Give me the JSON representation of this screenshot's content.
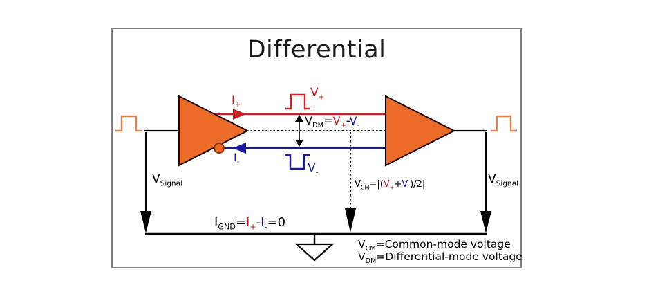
{
  "title": "Differential",
  "colors": {
    "red": "#c92127",
    "blue": "#1a1a9e",
    "triangle_orange": "#ec6b28",
    "triangle_outline": "#1a0000",
    "bubble_outline": "#8b2e00",
    "pulse_orange": "#df8050",
    "black": "#000000",
    "panel_border_gray": "#808080"
  },
  "labels": {
    "i_plus": {
      "base": "I",
      "sub": "+"
    },
    "i_minus": {
      "base": "I",
      "sub": "-"
    },
    "v_plus": {
      "base": "V",
      "sub": "+"
    },
    "v_minus": {
      "base": "V",
      "sub": "-"
    },
    "v_signal_left": {
      "base": "V",
      "sub": "Signal"
    },
    "v_signal_right": {
      "base": "V",
      "sub": "Signal"
    }
  },
  "formulas": {
    "vdm": {
      "lhs": "V",
      "lhs_sub": "DM",
      "eq": "=",
      "vplus": "V",
      "vplus_sub": "+",
      "minus": "-",
      "vminus": "V",
      "vminus_sub": "-"
    },
    "vcm": {
      "lhs": "V",
      "lhs_sub": "CM",
      "open": "=|(",
      "vplus": "V",
      "vplus_sub": "+",
      "plus": "+",
      "vminus": "V",
      "vminus_sub": "-",
      "close": ")/2|"
    },
    "ignd": {
      "lhs": "I",
      "lhs_sub": "GND",
      "eq": "=",
      "iplus": "I",
      "iplus_sub": "+",
      "minus": "-",
      "iminus": "I",
      "iminus_sub": "-",
      "eq_zero": "=0"
    }
  },
  "legend": {
    "vcm": {
      "base": "V",
      "sub": "CM",
      "text": "=Common-mode voltage"
    },
    "vdm": {
      "base": "V",
      "sub": "DM",
      "text": "=Differential-mode voltage"
    }
  }
}
